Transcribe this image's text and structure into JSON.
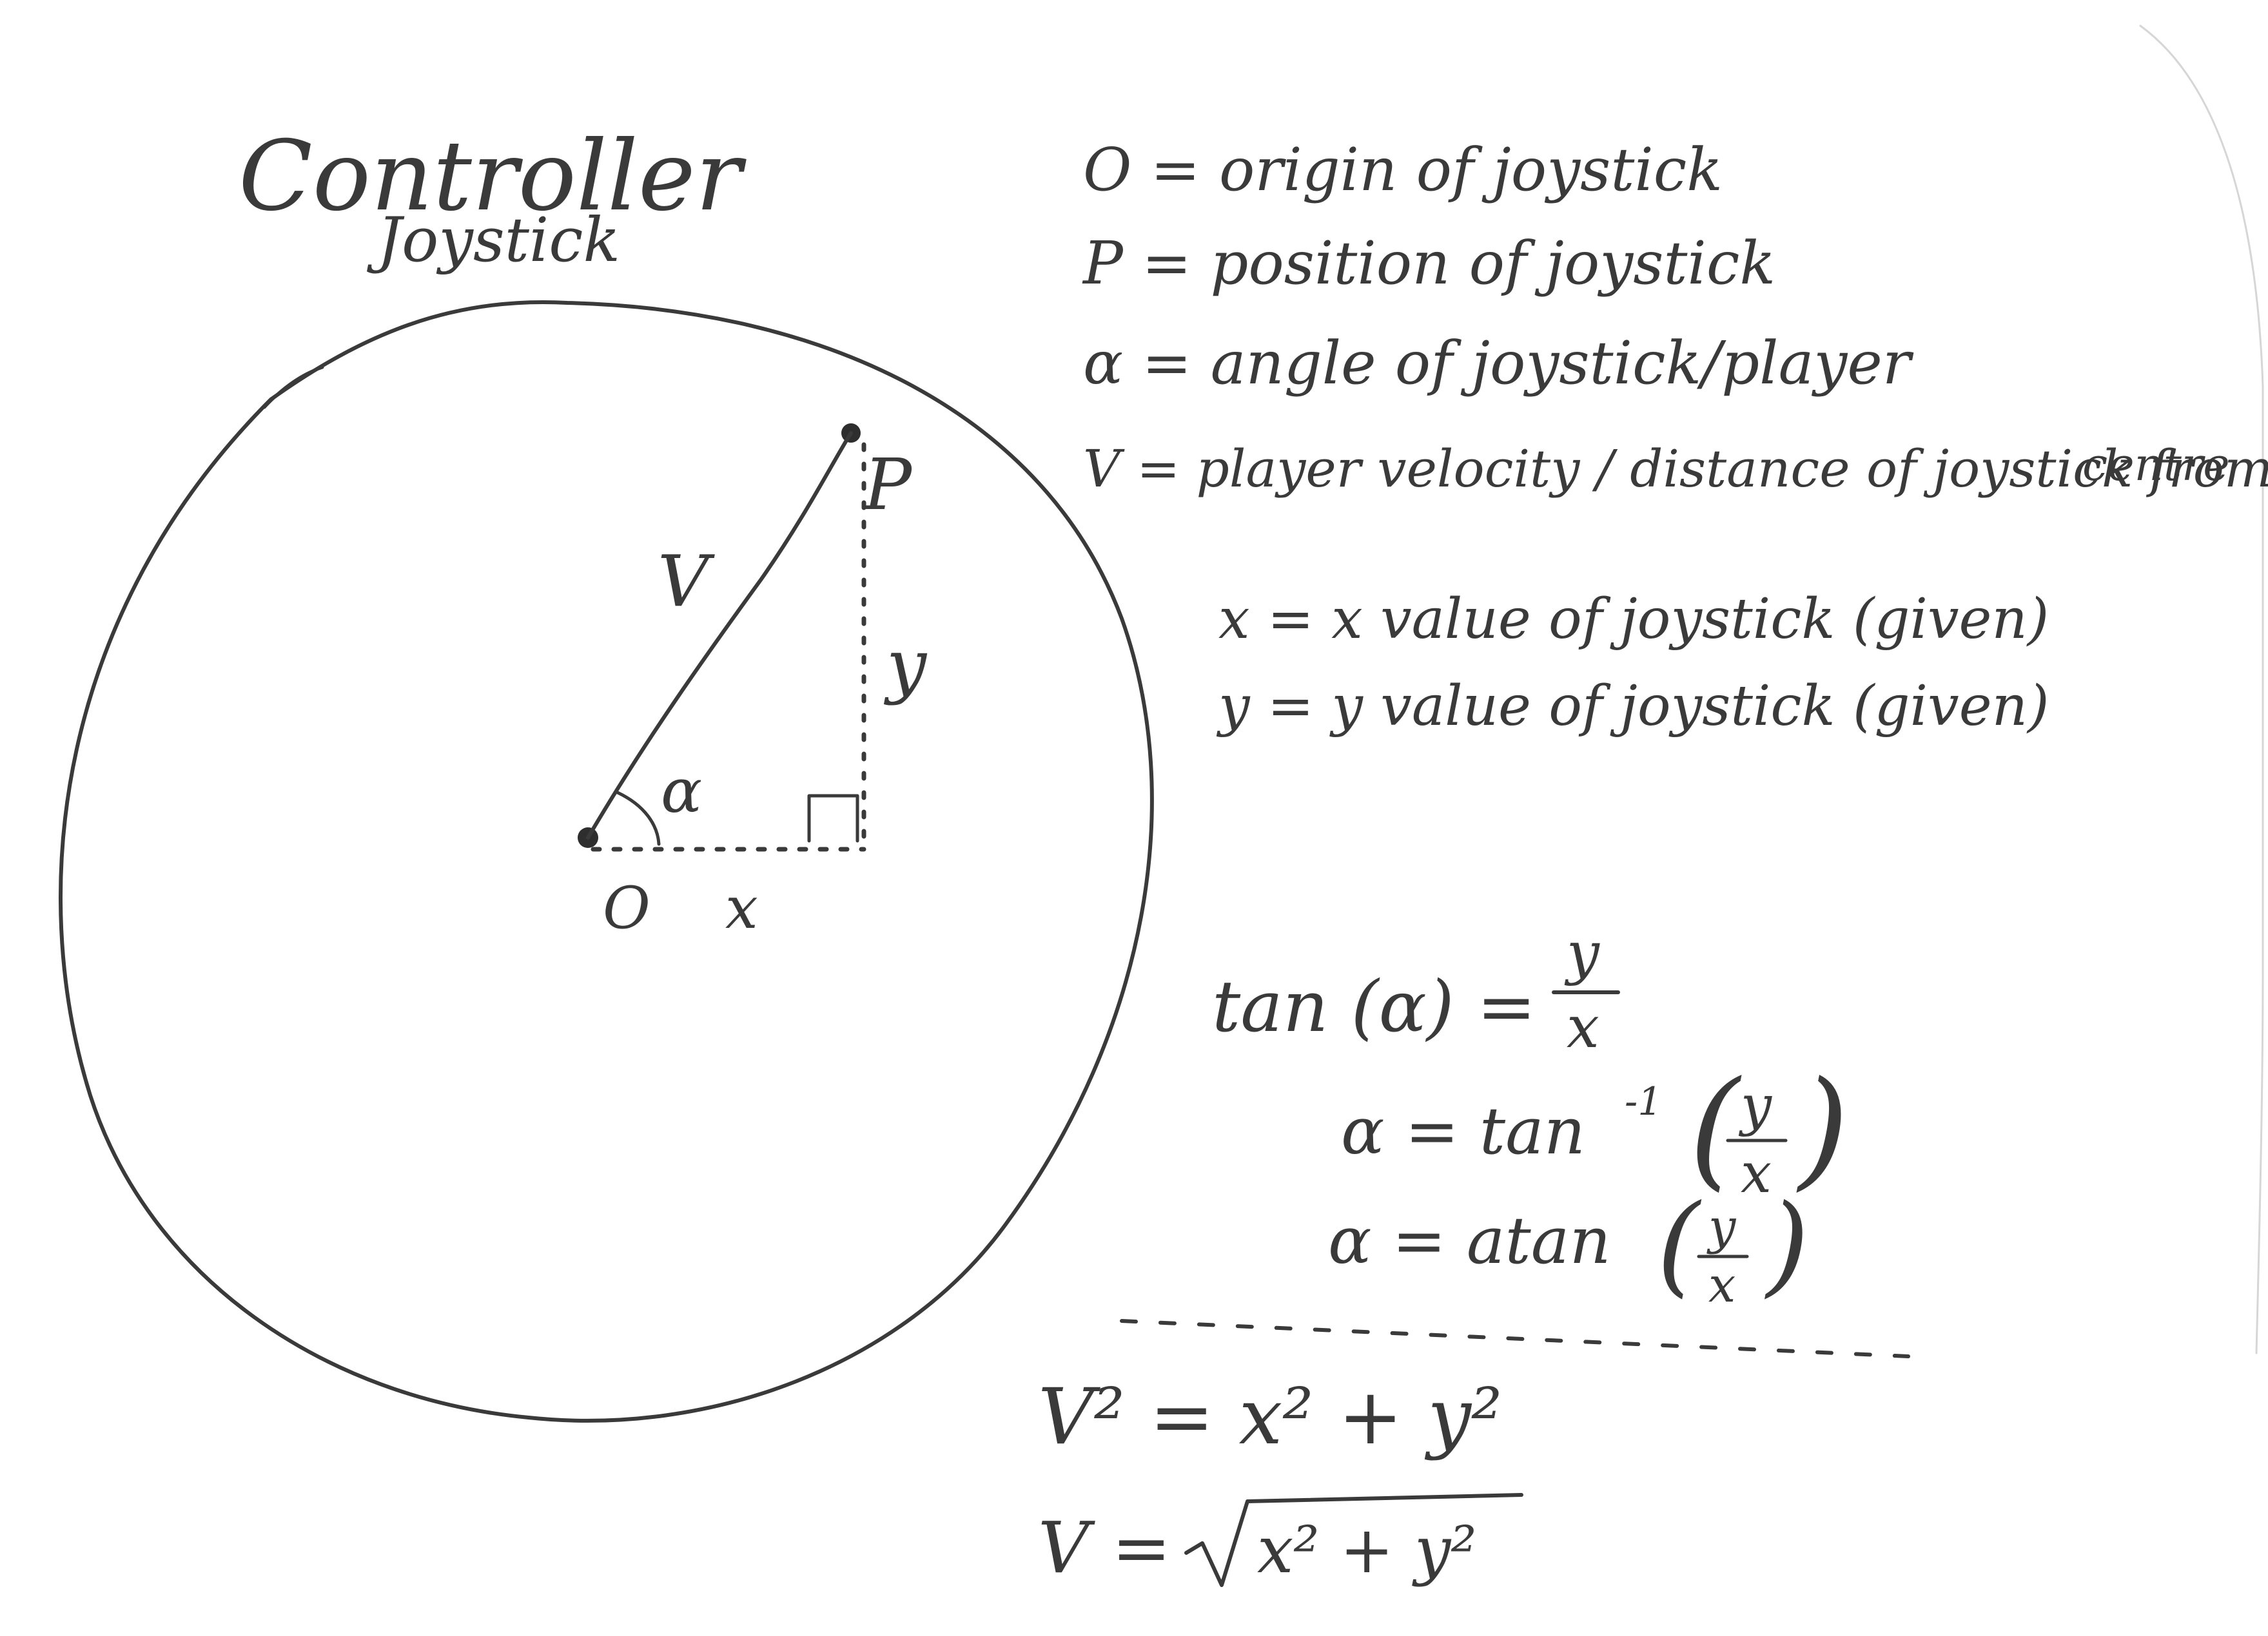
{
  "title": "Controller",
  "subtitle": "Joystick",
  "diagram": {
    "label_p": "P",
    "label_o": "O",
    "label_v": "V",
    "label_x": "x",
    "label_y": "y",
    "label_alpha": "α"
  },
  "definitions": [
    "O = origin of joystick",
    "P = position of joystick",
    "α = angle of joystick/player",
    "V = player velocity / distance of joystick from",
    "centre"
  ],
  "given": [
    "x = x value of joystick (given)",
    "y = y value of joystick (given)"
  ],
  "equations": {
    "tan_lhs": "tan (α) =",
    "tan_num": "y",
    "tan_den": "x",
    "alpha1_lhs": "α = tan",
    "alpha1_sup": "-1",
    "alpha1_num": "y",
    "alpha1_den": "x",
    "alpha2_lhs": "α = atan",
    "alpha2_num": "y",
    "alpha2_den": "x",
    "v2_eq": "V² = x² + y²",
    "v_lhs": "V =",
    "v_rad": "x² + y²"
  }
}
